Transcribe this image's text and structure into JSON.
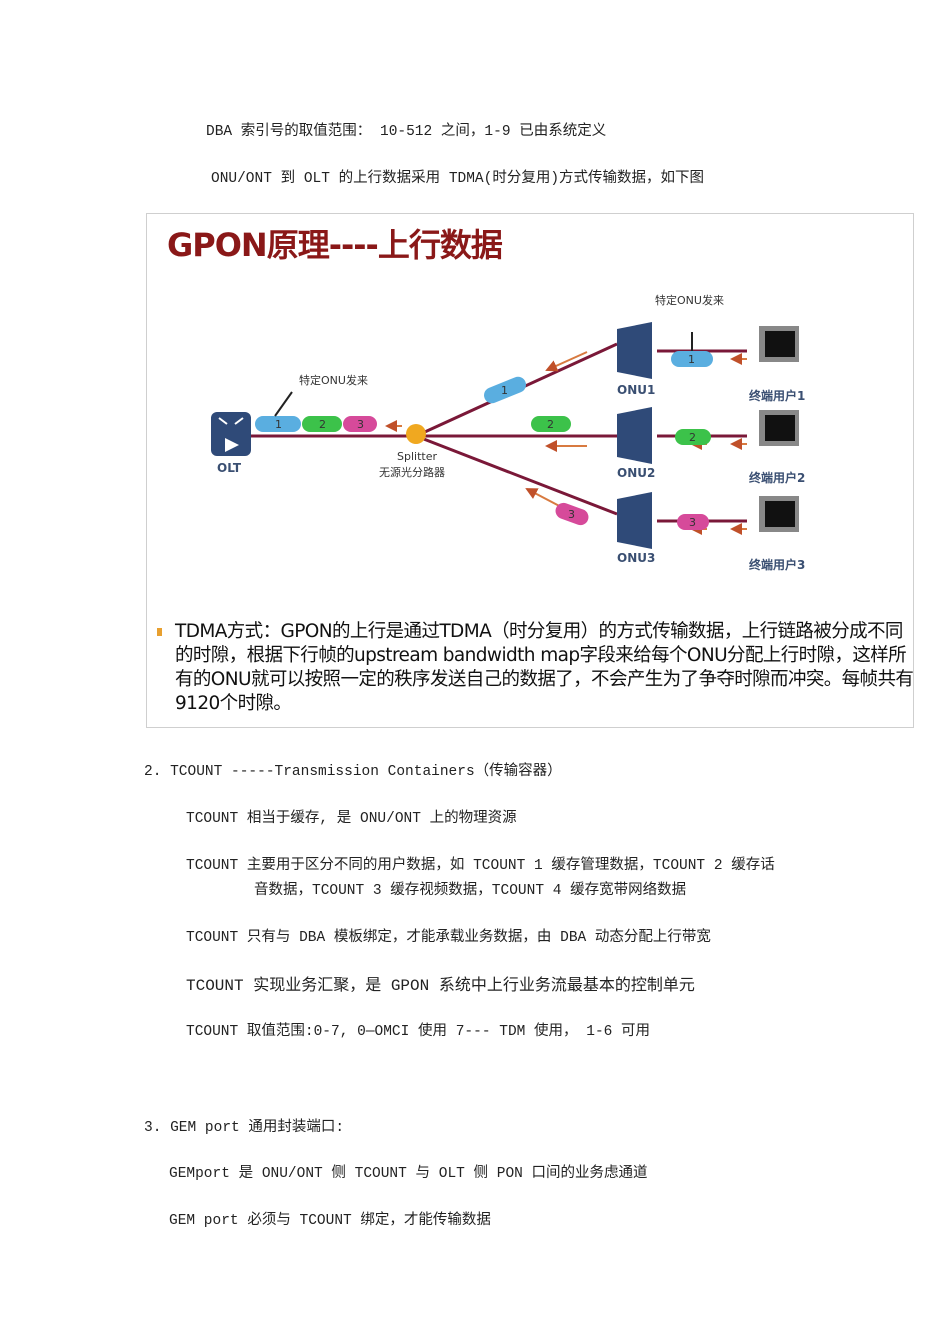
{
  "intro": {
    "dba_range": "DBA 索引号的取值范围：  10-512 之间，1-9 已由系统定义",
    "upstream": "ONU/ONT 到 OLT 的上行数据采用 TDMA(时分复用)方式传输数据，如下图"
  },
  "figure": {
    "title": "GPON原理----上行数据",
    "olt_label": "OLT",
    "splitter_label": "Splitter",
    "splitter_cn": "无源光分路器",
    "from_onu_label": "特定ONU发来",
    "onus": [
      "ONU1",
      "ONU2",
      "ONU3"
    ],
    "users": [
      "终端用户1",
      "终端用户2",
      "终端用户3"
    ],
    "packets": [
      "1",
      "2",
      "3"
    ],
    "colors": {
      "title": "#8a1818",
      "fiber": "#7a1838",
      "p1": "#5aaee0",
      "p2": "#3cc24a",
      "p3": "#d64a9a",
      "device": "#2f4a78"
    },
    "caption": "TDMA方式：GPON的上行是通过TDMA（时分复用）的方式传输数据，上行链路被分成不同的时隙，根据下行帧的upstream bandwidth map字段来给每个ONU分配上行时隙，这样所有的ONU就可以按照一定的秩序发送自己的数据了，不会产生为了争夺时隙而冲突。每帧共有9120个时隙。"
  },
  "tcount": {
    "heading": "2.   TCOUNT -----Transmission Containers（传输容器）",
    "items": [
      "TCOUNT  相当于缓存,  是 ONU/ONT 上的物理资源",
      "TCOUNT  主要用于区分不同的用户数据，如 TCOUNT  1 缓存管理数据，TCOUNT  2 缓存话",
      "音数据，TCOUNT  3 缓存视频数据，TCOUNT  4 缓存宽带网络数据",
      "TCOUNT  只有与 DBA 模板绑定，才能承载业务数据，由 DBA 动态分配上行带宽",
      "TCOUNT  实现业务汇聚，是 GPON  系统中上行业务流最基本的控制单元",
      "TCOUNT  取值范围:0-7,    0—OMCI  使用    7---  TDM  使用，   1-6 可用"
    ]
  },
  "gem": {
    "heading": "3. GEM port 通用封装端口:",
    "items": [
      "GEMport  是 ONU/ONT 侧  TCOUNT 与  OLT 侧 PON 口间的业务虑通道",
      "GEM  port  必须与 TCOUNT 绑定，才能传输数据"
    ]
  }
}
